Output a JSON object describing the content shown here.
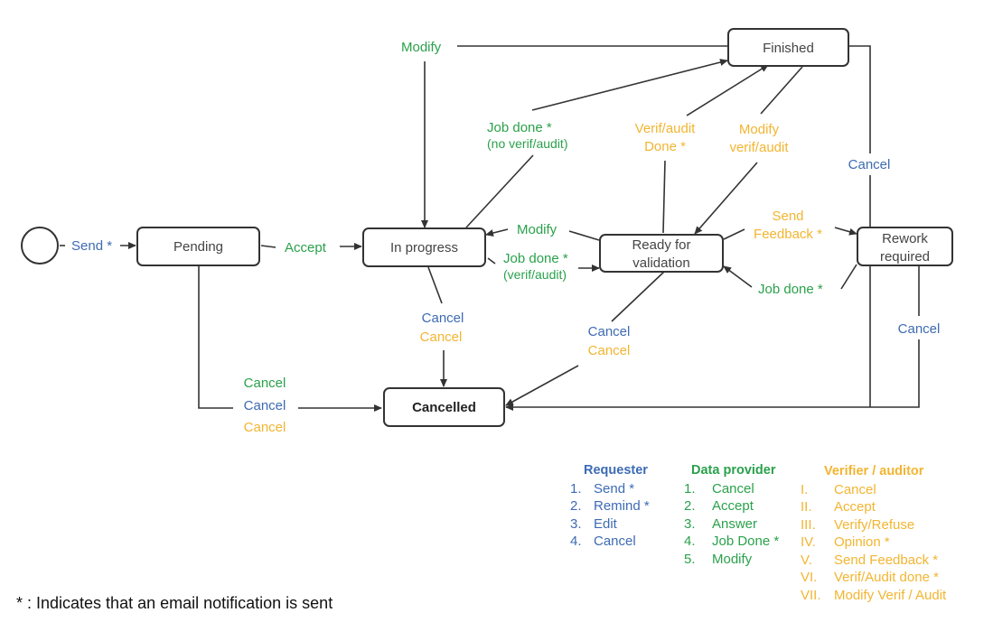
{
  "colors": {
    "requester": "#3d6bb3",
    "data_provider": "#2aa14b",
    "verifier": "#f2b531",
    "edge": "#333333"
  },
  "nodes": {
    "pending": "Pending",
    "in_progress": "In progress",
    "finished": "Finished",
    "ready_line1": "Ready for",
    "ready_line2": "validation",
    "rework_line1": "Rework",
    "rework_line2": "required",
    "cancelled": "Cancelled"
  },
  "edges": {
    "send": "Send *",
    "accept": "Accept",
    "modify_top": "Modify",
    "job_done_noverif_1": "Job done *",
    "job_done_noverif_2": "(no verif/audit)",
    "verif_done_1": "Verif/audit",
    "verif_done_2": "Done *",
    "modify_verif_1": "Modify",
    "modify_verif_2": "verif/audit",
    "modify_mid": "Modify",
    "job_done_verif_1": "Job done *",
    "job_done_verif_2": "(verif/audit)",
    "send_feedback_1": "Send",
    "send_feedback_2": "Feedback *",
    "job_done_rework": "Job done *",
    "cancel_finished": "Cancel",
    "cancel_rework": "Cancel",
    "cancel_inprog_req": "Cancel",
    "cancel_inprog_ver": "Cancel",
    "cancel_ready_req": "Cancel",
    "cancel_ready_ver": "Cancel",
    "cancel_pending_dp": "Cancel",
    "cancel_pending_req": "Cancel",
    "cancel_pending_ver": "Cancel"
  },
  "legend": {
    "requester": {
      "title": "Requester",
      "items": [
        {
          "num": "1.",
          "label": "Send *"
        },
        {
          "num": "2.",
          "label": "Remind *"
        },
        {
          "num": "3.",
          "label": "Edit"
        },
        {
          "num": "4.",
          "label": "Cancel"
        }
      ]
    },
    "data_provider": {
      "title": "Data provider",
      "items": [
        {
          "num": "1.",
          "label": "Cancel"
        },
        {
          "num": "2.",
          "label": "Accept"
        },
        {
          "num": "3.",
          "label": "Answer"
        },
        {
          "num": "4.",
          "label": "Job Done *"
        },
        {
          "num": "5.",
          "label": "Modify"
        }
      ]
    },
    "verifier": {
      "title": "Verifier / auditor",
      "items": [
        {
          "num": "I.",
          "label": "Cancel"
        },
        {
          "num": "II.",
          "label": "Accept"
        },
        {
          "num": "III.",
          "label": "Verify/Refuse"
        },
        {
          "num": "IV.",
          "label": "Opinion *"
        },
        {
          "num": "V.",
          "label": "Send Feedback *"
        },
        {
          "num": "VI.",
          "label": "Verif/Audit done *"
        },
        {
          "num": "VII.",
          "label": "Modify Verif / Audit"
        }
      ]
    }
  },
  "footnote": "* : Indicates that an email notification is sent"
}
